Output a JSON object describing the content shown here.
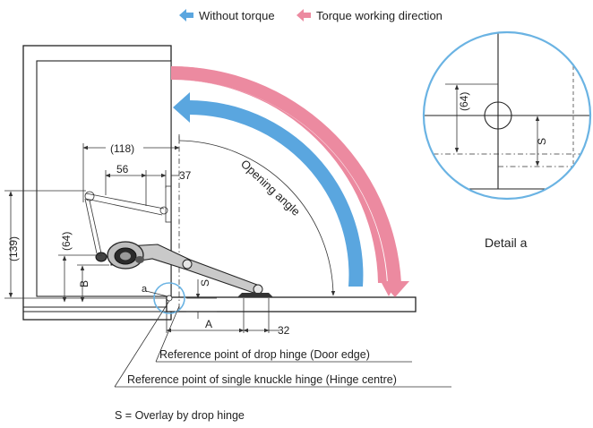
{
  "legend": {
    "without_torque": "Without torque",
    "torque_direction": "Torque working direction"
  },
  "colors": {
    "blue_arrow": "#5aa6df",
    "pink_arrow": "#ec8aa0",
    "detail_circle": "#6ab3e3",
    "hinge_arm": "#c9c9c9"
  },
  "dimensions": {
    "d118": "(118)",
    "d56": "56",
    "d37": "37",
    "d139": "(139)",
    "d64": "(64)",
    "B": "B",
    "S": "S",
    "A": "A",
    "d32": "32",
    "a": "a"
  },
  "labels": {
    "opening_angle": "Opening angle",
    "ref_drop_hinge": "Reference point of drop hinge (Door edge)",
    "ref_knuckle_hinge": "Reference point of single knuckle hinge (Hinge centre)",
    "overlay_note": "S = Overlay by drop hinge"
  },
  "detail": {
    "title": "Detail a",
    "d64": "(64)",
    "S": "S"
  }
}
